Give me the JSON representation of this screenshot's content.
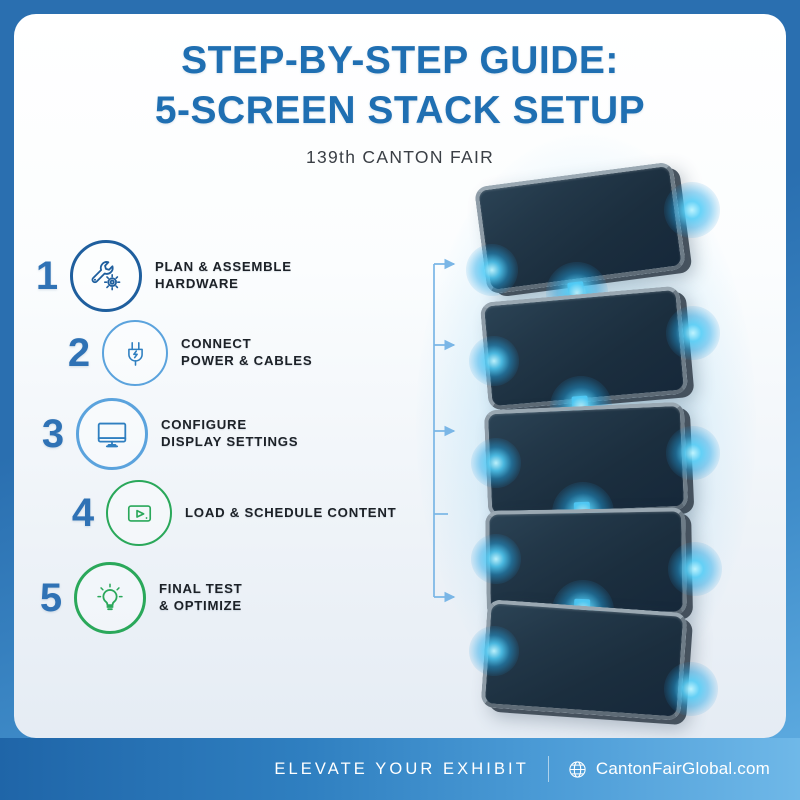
{
  "header": {
    "title_line1": "STEP-BY-STEP GUIDE:",
    "title_line2": "5-SCREEN STACK SETUP",
    "subtitle": "139th CANTON FAIR"
  },
  "steps": [
    {
      "number": "1",
      "label_line1": "PLAN & ASSEMBLE",
      "label_line2": "HARDWARE",
      "icon": "wrench-gear-icon",
      "color": "#1f5f9e"
    },
    {
      "number": "2",
      "label_line1": "CONNECT",
      "label_line2": "POWER & CABLES",
      "icon": "power-plug-icon",
      "color": "#5ba3dd"
    },
    {
      "number": "3",
      "label_line1": "CONFIGURE",
      "label_line2": "DISPLAY SETTINGS",
      "icon": "monitor-icon",
      "color": "#5ba3dd"
    },
    {
      "number": "4",
      "label_line1": "LOAD & SCHEDULE CONTENT",
      "label_line2": "",
      "icon": "play-media-icon",
      "color": "#2aa85a"
    },
    {
      "number": "5",
      "label_line1": "FINAL TEST",
      "label_line2": "& OPTIMIZE",
      "icon": "lightbulb-icon",
      "color": "#2aa85a"
    }
  ],
  "stack": {
    "screen_count": 5,
    "screen_label": "display-panel"
  },
  "footer": {
    "tagline": "ELEVATE YOUR EXHIBIT",
    "website": "CantonFairGlobal.com",
    "globe_icon": "globe-icon"
  },
  "colors": {
    "frame_blue": "#2a6fb0",
    "title_blue": "#1f6fb2",
    "number_blue": "#2f72b5",
    "green_accent": "#2aa85a",
    "glow_cyan": "#4fc9f5",
    "arrow_blue": "#7ab6e6"
  }
}
